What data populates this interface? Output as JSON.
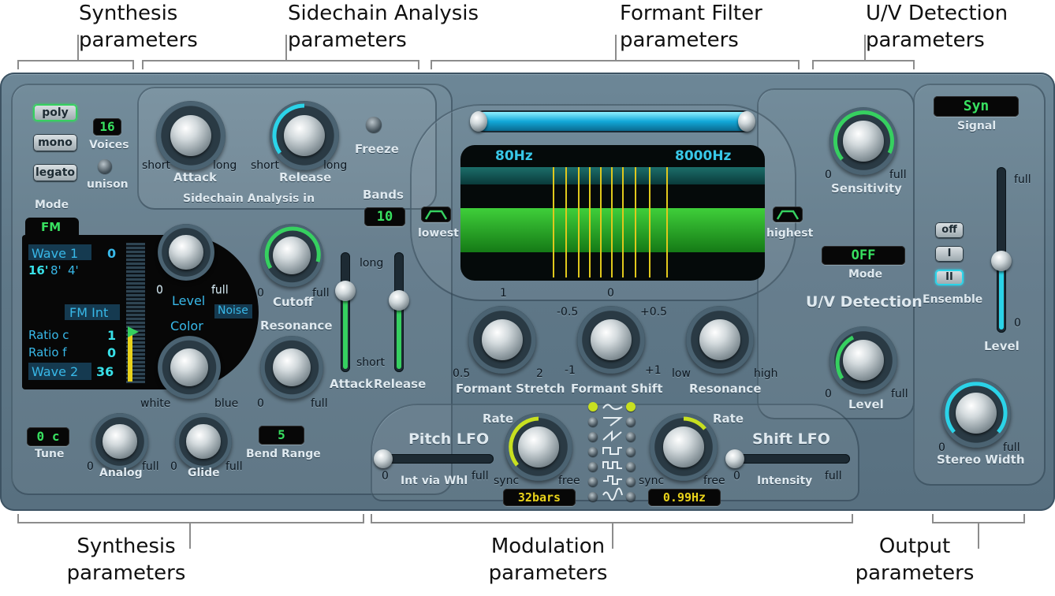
{
  "callouts": {
    "synthesis_top": [
      "Synthesis",
      "parameters"
    ],
    "sidechain": [
      "Sidechain Analysis",
      "parameters"
    ],
    "formant": [
      "Formant Filter",
      "parameters"
    ],
    "uv": [
      "U/V Detection",
      "parameters"
    ],
    "synthesis_bottom": [
      "Synthesis",
      "parameters"
    ],
    "modulation": [
      "Modulation",
      "parameters"
    ],
    "output": [
      "Output",
      "parameters"
    ]
  },
  "mode": {
    "poly": "poly",
    "mono": "mono",
    "legato": "legato",
    "active": "poly",
    "voices_value": "16",
    "voices_label": "Voices",
    "unison_label": "unison",
    "section_label": "Mode"
  },
  "sidechain": {
    "attack_label": "Attack",
    "attack_min": "short",
    "attack_max": "long",
    "release_label": "Release",
    "release_min": "short",
    "release_max": "long",
    "freeze_label": "Freeze",
    "section_label": "Sidechain Analysis in",
    "bands_label": "Bands",
    "bands_value": "10"
  },
  "synth": {
    "tab": "FM",
    "wave1_label": "Wave 1",
    "wave1_value": "0",
    "octave_16": "16'",
    "octave_8": "8'",
    "octave_4": "4'",
    "fm_int": "FM Int",
    "ratio_c_label": "Ratio c",
    "ratio_c_value": "1",
    "ratio_f_label": "Ratio f",
    "ratio_f_value": "0",
    "wave2_label": "Wave 2",
    "wave2_value": "36",
    "level_label": "Level",
    "level_min": "0",
    "level_max": "full",
    "noise": "Noise",
    "color_label": "Color",
    "color_min": "white",
    "color_max": "blue",
    "cutoff_label": "Cutoff",
    "cutoff_min": "0",
    "cutoff_max": "full",
    "resonance_label": "Resonance",
    "resonance_min": "0",
    "resonance_max": "full",
    "env_long": "long",
    "env_short": "short",
    "env_attack": "Attack",
    "env_release": "Release",
    "tune_value": "0 c",
    "tune_label": "Tune",
    "analog_label": "Analog",
    "analog_min": "0",
    "analog_max": "full",
    "glide_label": "Glide",
    "glide_min": "0",
    "glide_max": "full",
    "bend_value": "5",
    "bend_label": "Bend Range"
  },
  "formant": {
    "low_freq": "80Hz",
    "high_freq": "8000Hz",
    "lowest_label": "lowest",
    "highest_label": "highest",
    "stretch_label": "Formant Stretch",
    "stretch_top": "1",
    "stretch_min": "0.5",
    "stretch_max": "2",
    "shift_label": "Formant Shift",
    "shift_top": "0",
    "shift_l": "-0.5",
    "shift_r": "+0.5",
    "shift_min": "-1",
    "shift_max": "+1",
    "res_label": "Resonance",
    "res_min": "low",
    "res_max": "high"
  },
  "uv": {
    "sensitivity_label": "Sensitivity",
    "sens_min": "0",
    "sens_max": "full",
    "mode_value": "OFF",
    "mode_label": "Mode",
    "section_label": "U/V Detection",
    "level_label": "Level",
    "level_min": "0",
    "level_max": "full"
  },
  "modulation": {
    "pitch_title": "Pitch LFO",
    "rate_label": "Rate",
    "sync": "sync",
    "free": "free",
    "pitch_rate_value": "32bars",
    "int_whl_label": "Int via Whl",
    "int_min": "0",
    "int_max": "full",
    "shift_title": "Shift LFO",
    "shift_rate_value": "0.99Hz",
    "intensity_label": "Intensity"
  },
  "output": {
    "signal_value": "Syn",
    "signal_label": "Signal",
    "ens_off": "off",
    "ens_1": "I",
    "ens_2": "II",
    "ensemble_label": "Ensemble",
    "ensemble_active": "II",
    "level_label": "Level",
    "level_max": "full",
    "level_min": "0",
    "width_label": "Stereo Width",
    "width_min": "0",
    "width_max": "full"
  },
  "colors": {
    "panel": "#607a8a",
    "lcd_green": "#38e060",
    "lcd_yellow": "#e8d21a",
    "cyan": "#2bd3e8",
    "green": "#36d060"
  }
}
